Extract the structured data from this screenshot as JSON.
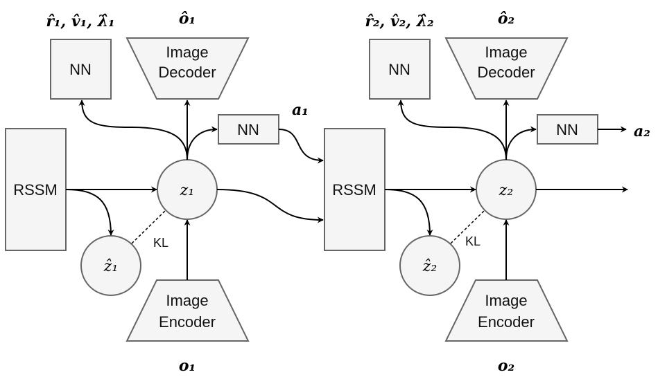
{
  "labels": {
    "nn": "NN",
    "rssm": "RSSM",
    "kl": "KL",
    "image": "Image",
    "decoder": "Decoder",
    "encoder": "Encoder"
  },
  "step1": {
    "z": "z₁",
    "z_hat": "ẑ₁",
    "o": "o₁",
    "o_hat": "ô₁",
    "a": "a₁",
    "heads": "r̂₁, v̂₁, λ̂₁"
  },
  "step2": {
    "z": "z₂",
    "z_hat": "ẑ₂",
    "o": "o₂",
    "o_hat": "ô₂",
    "a": "a₂",
    "heads": "r̂₂, v̂₂, λ̂₂"
  }
}
